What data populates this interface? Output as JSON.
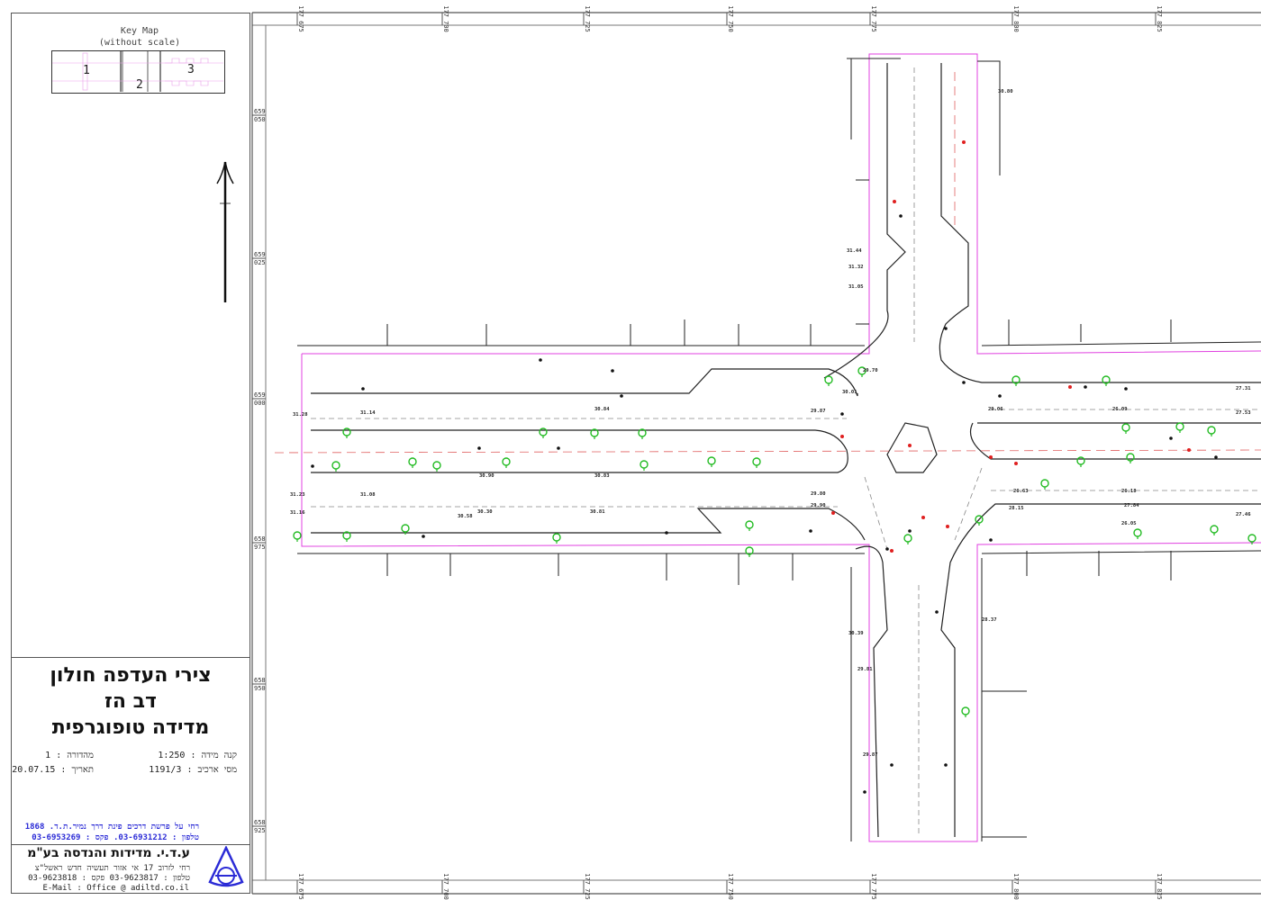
{
  "key_map": {
    "title": "Key Map",
    "subtitle": "(without scale)",
    "sheets": [
      "1",
      "2",
      "3"
    ]
  },
  "title_block": {
    "line1": "צירי העדפה חולון",
    "line2": "דב הז",
    "line3": "מדידה טופוגרפית",
    "scale_label": "קנה מידה :",
    "scale_value": "1:250",
    "edition_label": "מהדורה :",
    "edition_value": "1",
    "archive_label": "מסי ארכיב :",
    "archive_value": "1191/3",
    "date_label": "תאריך :",
    "date_value": "20.07.15",
    "client_address": "רחי על פרשת דרכים פינת דרך נמיר.ת.ד. 1868",
    "client_phones": "טלפון : 03-6931212.  פקס : 03-6953269"
  },
  "company": {
    "name": "ע.ד.י. מדידות והנדסה בע\"מ",
    "address": "רחי לזרוב 17 אי אזור תעשיה חדש ראשל\"צ",
    "phones": "טלפון : 03-9623817   פקס : 03-9623818",
    "email": "E-Mail : Office @ adiltd.co.il"
  },
  "grid": {
    "x_labels": [
      "177 675",
      "177 700",
      "177 725",
      "177 750",
      "177 775",
      "177 800",
      "177 825"
    ],
    "y_labels": [
      "659 050",
      "659 025",
      "659 000",
      "658 975",
      "658 950",
      "658 925"
    ]
  },
  "map": {
    "elevations": [
      "30.80",
      "29.70",
      "30.01",
      "29.06",
      "26.63",
      "26.18",
      "28.15",
      "27.31",
      "27.53",
      "27.46",
      "26.09",
      "29.87",
      "30.84",
      "30.83",
      "30.81",
      "30.58",
      "30.90",
      "31.28",
      "31.14",
      "31.23",
      "31.08",
      "31.16",
      "30.30",
      "29.80",
      "29.90",
      "26.05",
      "27.84",
      "29.81",
      "29.87",
      "28.37",
      "30.39",
      "31.44",
      "31.32",
      "31.05"
    ],
    "colors": {
      "boundary": "#e040e0",
      "tree": "#22bb22",
      "point": "#e02020",
      "line": "#222222"
    }
  }
}
